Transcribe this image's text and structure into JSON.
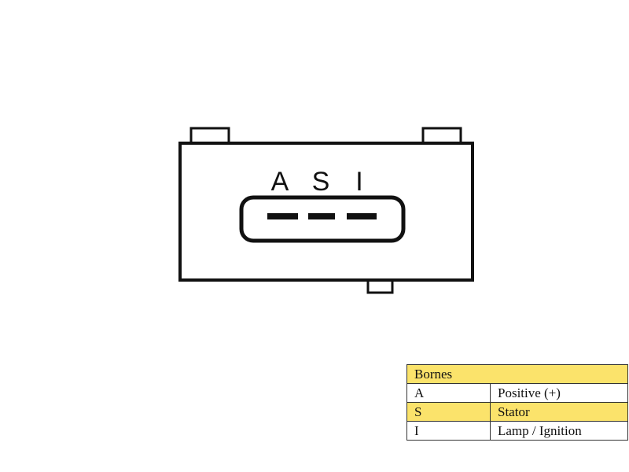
{
  "connector": {
    "pins": [
      "A",
      "S",
      "I"
    ]
  },
  "legend": {
    "header": "Bornes",
    "rows": [
      {
        "code": "A",
        "desc": "Positive (+)"
      },
      {
        "code": "S",
        "desc": "Stator"
      },
      {
        "code": "I",
        "desc": "Lamp / Ignition"
      }
    ]
  },
  "colors": {
    "highlight": "#fbe36b",
    "line": "#111111"
  }
}
